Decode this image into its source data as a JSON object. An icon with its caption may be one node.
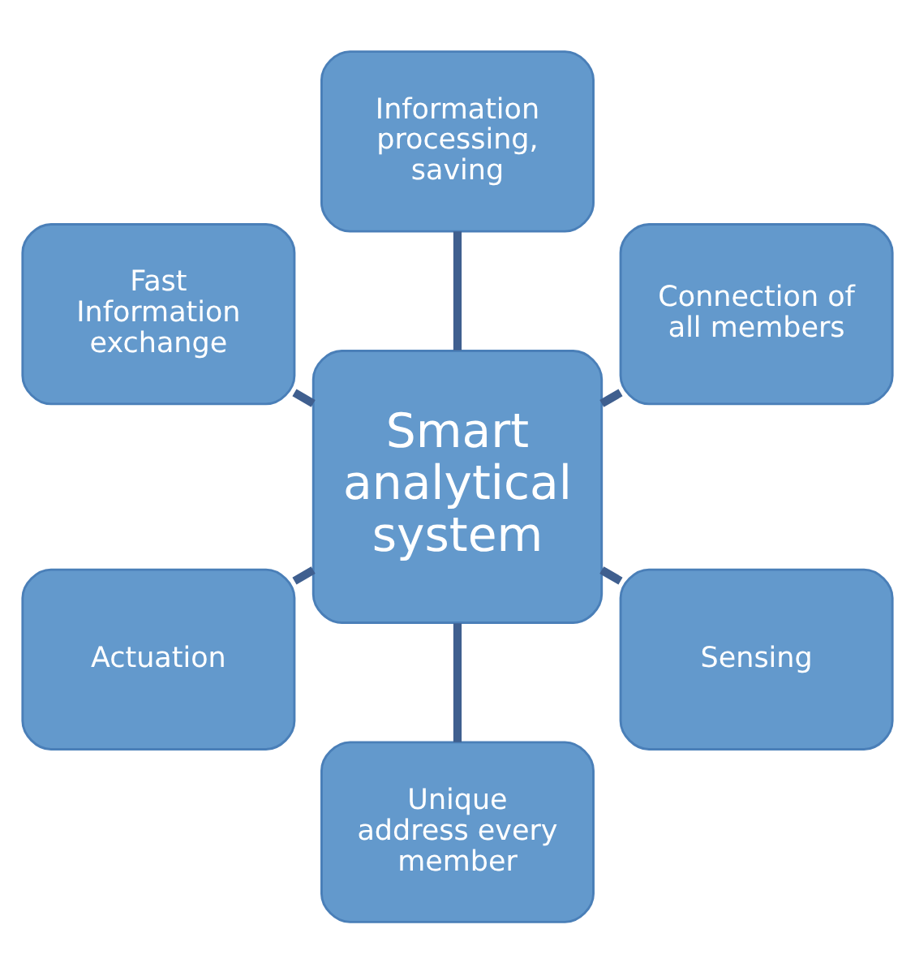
{
  "diagram": {
    "nodes": [
      {
        "text": [
          "Connection of all members"
        ]
      },
      {
        "text": [
          "Information processing, saving"
        ]
      },
      {
        "text": [
          "Fast Information exchange"
        ]
      },
      {
        "text": [
          "Smart analytical system"
        ]
      },
      {
        "text": [
          "Actuation"
        ]
      },
      {
        "text": [
          "Unique address every member"
        ]
      },
      {
        "text": [
          "Sensing"
        ]
      }
    ],
    "edges": [
      {
        "from": 3,
        "to": 0,
        "arrow": "none"
      },
      {
        "from": 3,
        "to": 2,
        "arrow": "none"
      },
      {
        "from": 3,
        "to": 5,
        "arrow": "none"
      },
      {
        "from": 3,
        "to": 6,
        "arrow": "none"
      },
      {
        "from": 3,
        "to": 4,
        "arrow": "none"
      },
      {
        "from": 3,
        "to": 1,
        "arrow": "none"
      }
    ]
  }
}
